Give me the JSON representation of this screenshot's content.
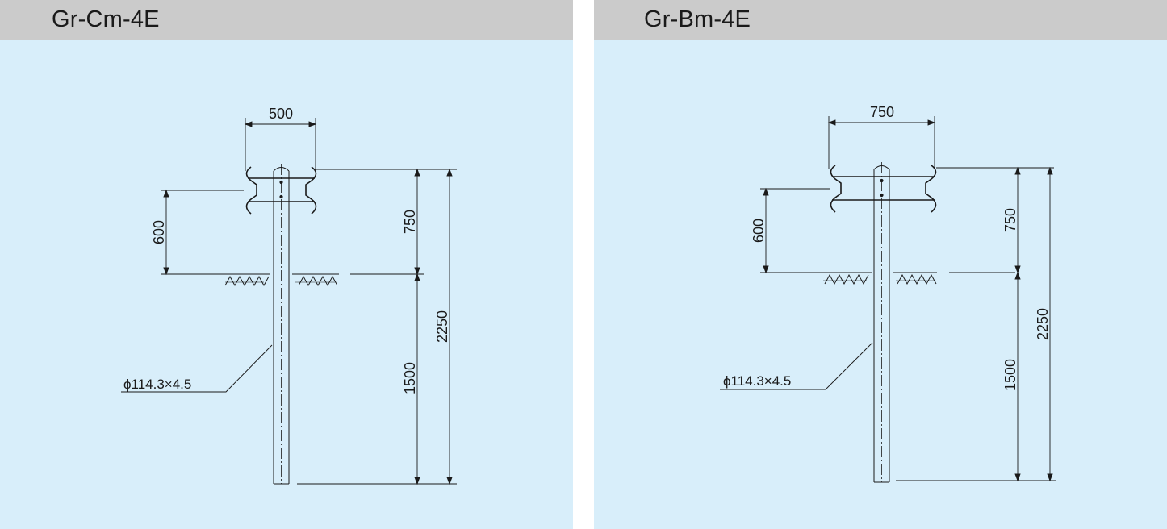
{
  "panels": [
    {
      "title": "Gr-Cm-4E",
      "dims": {
        "width": "500",
        "rail_height": "600",
        "above_ground": "750",
        "embedment": "1500",
        "total": "2250"
      },
      "pipe_label": "ϕ114.3×4.5"
    },
    {
      "title": "Gr-Bm-4E",
      "dims": {
        "width": "750",
        "rail_height": "600",
        "above_ground": "750",
        "embedment": "1500",
        "total": "2250"
      },
      "pipe_label": "ϕ114.3×4.5"
    }
  ]
}
